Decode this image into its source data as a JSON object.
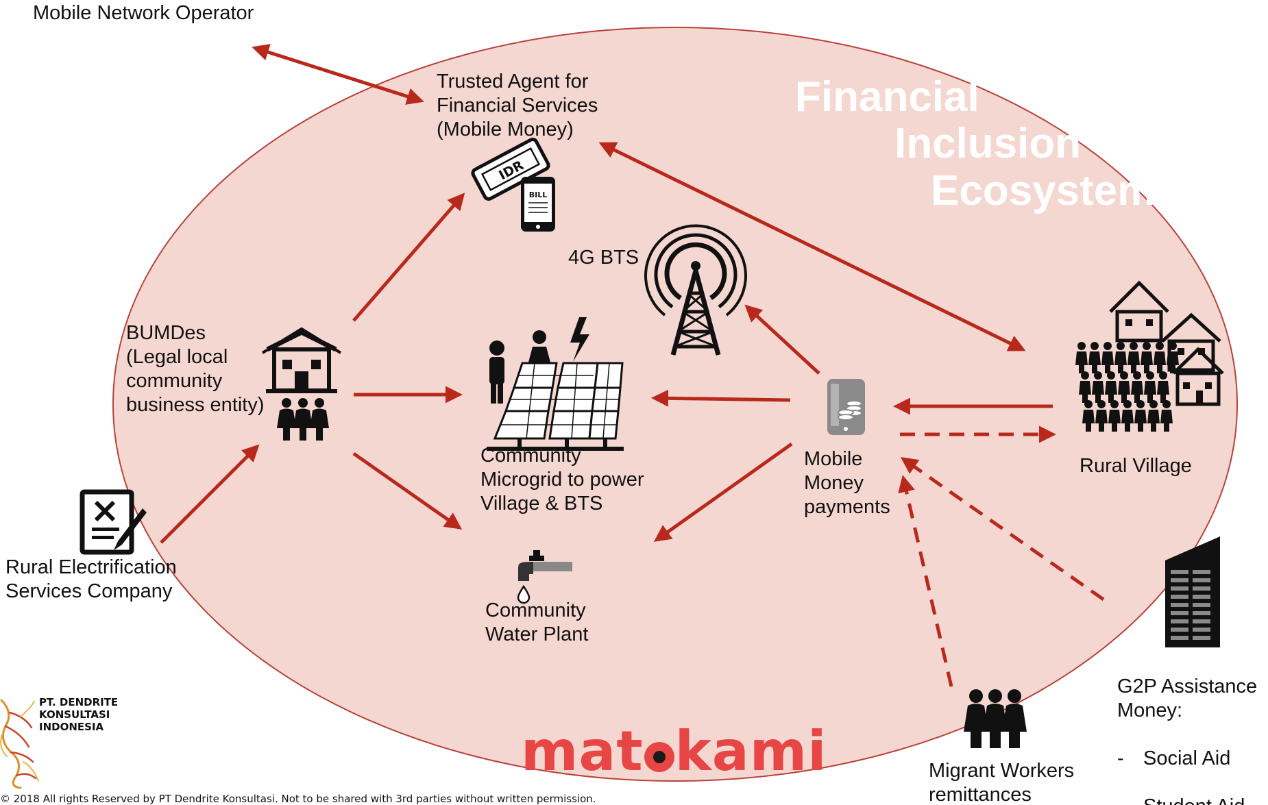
{
  "ecosystem_title": {
    "line1": "Financial",
    "line2": "Inclusion",
    "line3": "Ecosystem"
  },
  "nodes": {
    "mno": "Mobile Network Operator",
    "trusted_agent": "Trusted Agent for\nFinancial Services\n(Mobile Money)",
    "bts": "4G BTS",
    "bumdes": "BUMDes\n(Legal local\ncommunity\nbusiness entity)",
    "microgrid": "Community\nMicrogrid to power\nVillage & BTS",
    "water": "Community\nWater Plant",
    "mobile_money": "Mobile\nMoney\npayments",
    "rural_village": "Rural Village",
    "resco": "Rural Electrification\nServices Company",
    "migrant": "Migrant Workers\nremittances",
    "g2p_title": "G2P Assistance\nMoney:",
    "g2p_items": [
      "Social Aid",
      "Student Aid"
    ],
    "g2p_bullet": "-"
  },
  "icons": {
    "money_note_label": "IDR",
    "bill_label": "BILL"
  },
  "branding": {
    "company_logo_text": "PT. DENDRITE\nKONSULTASI\nINDONESIA",
    "product_part1": "mat",
    "product_part2": "kami",
    "copyright": "© 2018 All rights Reserved by PT Dendrite Konsultasi. Not to be shared with 3rd parties without written permission."
  },
  "colors": {
    "ellipse_fill": "#f5d7d1",
    "ellipse_stroke": "#b9413a",
    "arrow": "#b8281b",
    "brand": "#e84545"
  }
}
